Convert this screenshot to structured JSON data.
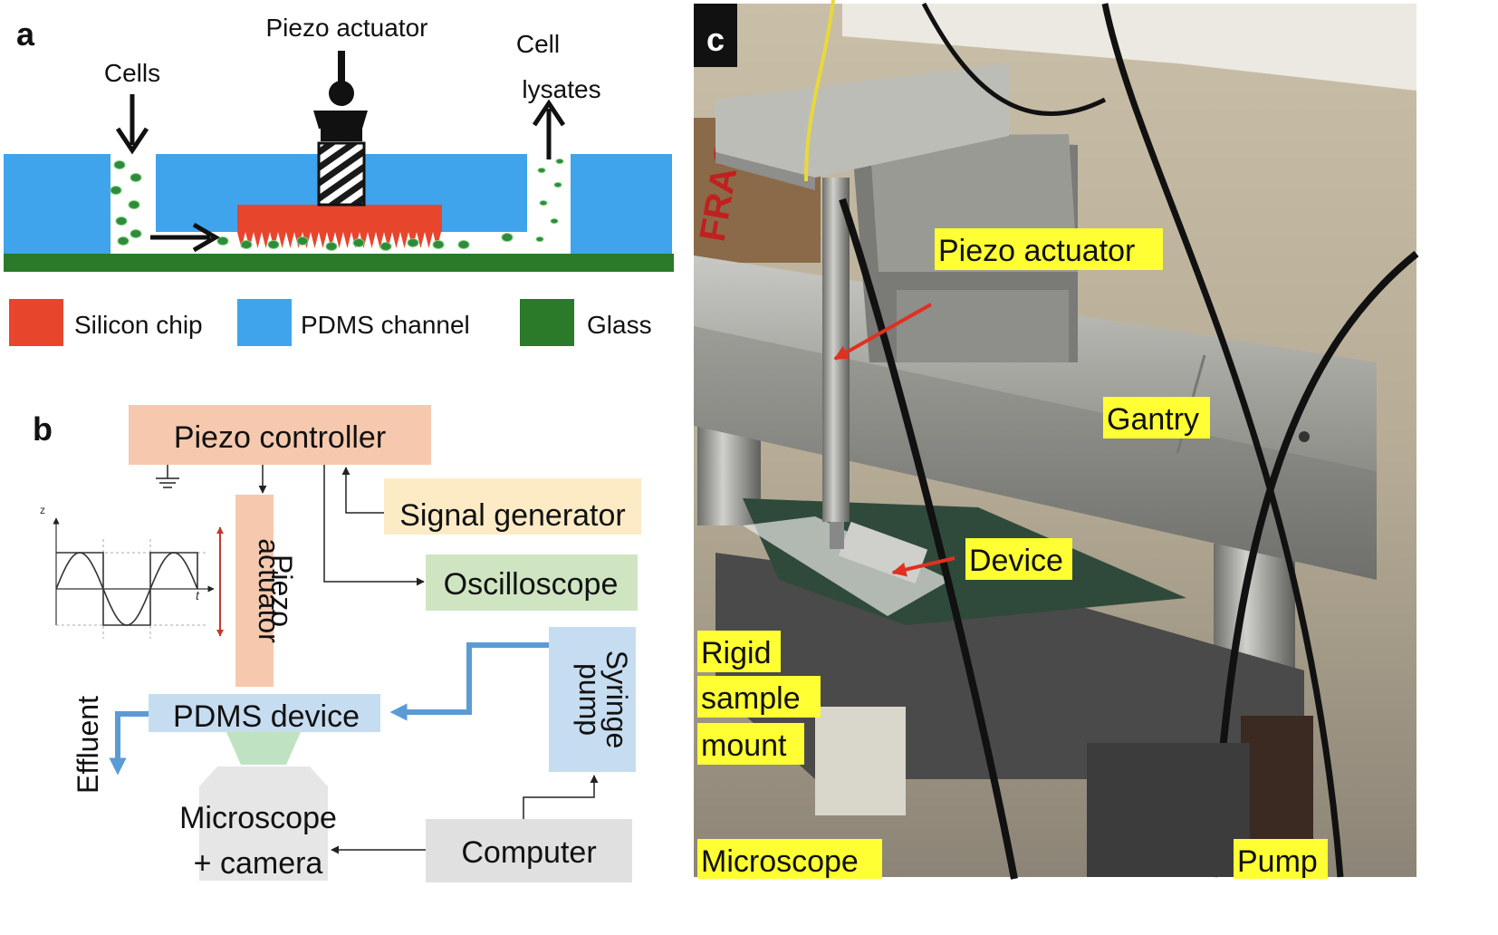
{
  "panel_a": {
    "letter": "a",
    "label_cells": "Cells",
    "label_piezo": "Piezo actuator",
    "label_lysates_1": "Cell",
    "label_lysates_2": "lysates",
    "legend": [
      {
        "label": "Silicon chip",
        "color": "#e8452d"
      },
      {
        "label": "PDMS channel",
        "color": "#3fa4ec"
      },
      {
        "label": "Glass",
        "color": "#2a7a2a"
      }
    ]
  },
  "panel_b": {
    "letter": "b",
    "piezo_controller": "Piezo controller",
    "piezo_actuator_1": "Piezo",
    "piezo_actuator_2": "actuator",
    "signal_generator": "Signal generator",
    "oscilloscope": "Oscilloscope",
    "syringe_pump_1": "Syringe",
    "syringe_pump_2": "pump",
    "pdms_device": "PDMS device",
    "effluent": "Effluent",
    "microscope_1": "Microscope",
    "microscope_2": "+ camera",
    "computer": "Computer",
    "axis_z": "z",
    "axis_t": "t"
  },
  "panel_c": {
    "letter": "c",
    "labels": {
      "piezo_actuator": "Piezo actuator",
      "gantry": "Gantry",
      "device": "Device",
      "rigid_1": "Rigid",
      "rigid_2": "sample",
      "rigid_3": "mount",
      "microscope": "Microscope",
      "pump": "Pump"
    }
  },
  "colors": {
    "pdms_blue": "#3fa4ec",
    "silicon_red": "#e8452d",
    "glass_green": "#2a7a2a",
    "label_yellow": "#ffff33",
    "arrow_red": "#e03020",
    "box_orange": "#f6c9ae",
    "box_yellow": "#fdebc6",
    "box_green": "#cfe5c2",
    "box_blue": "#c6dcf0",
    "box_grey": "#e0e0e0",
    "flow_blue": "#5b9bd5"
  }
}
